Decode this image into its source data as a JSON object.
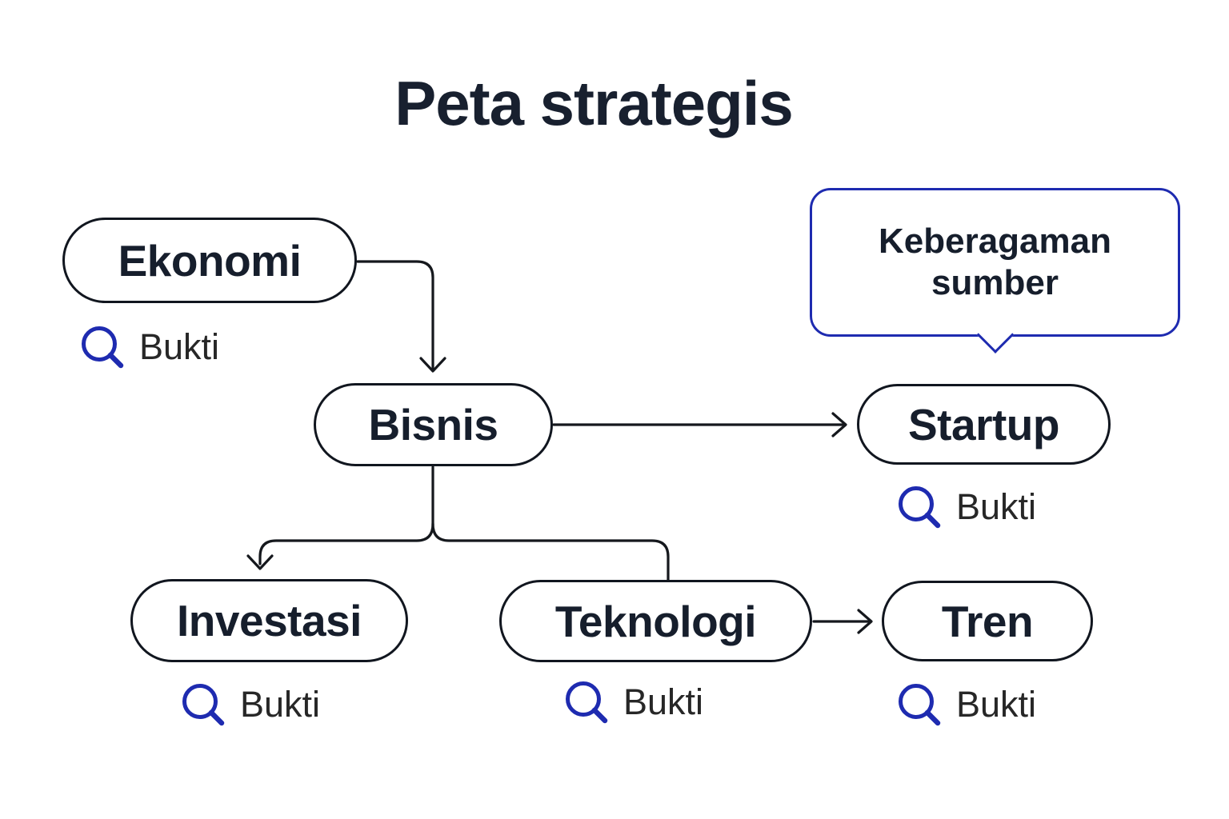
{
  "title": "Peta strategis",
  "colors": {
    "accent_blue": "#1e2bb0",
    "ink": "#141a24"
  },
  "callout": {
    "lines": [
      "Keberagaman",
      "sumber"
    ]
  },
  "nodes": {
    "ekonomi": {
      "label": "Ekonomi",
      "evidence_label": "Bukti"
    },
    "bisnis": {
      "label": "Bisnis"
    },
    "startup": {
      "label": "Startup",
      "evidence_label": "Bukti"
    },
    "investasi": {
      "label": "Investasi",
      "evidence_label": "Bukti"
    },
    "teknologi": {
      "label": "Teknologi",
      "evidence_label": "Bukti"
    },
    "tren": {
      "label": "Tren",
      "evidence_label": "Bukti"
    }
  },
  "edges": [
    {
      "from": "Ekonomi",
      "to": "Bisnis"
    },
    {
      "from": "Bisnis",
      "to": "Startup"
    },
    {
      "from": "Bisnis",
      "to": "Investasi"
    },
    {
      "from": "Bisnis",
      "to": "Teknologi"
    },
    {
      "from": "Teknologi",
      "to": "Tren"
    }
  ]
}
